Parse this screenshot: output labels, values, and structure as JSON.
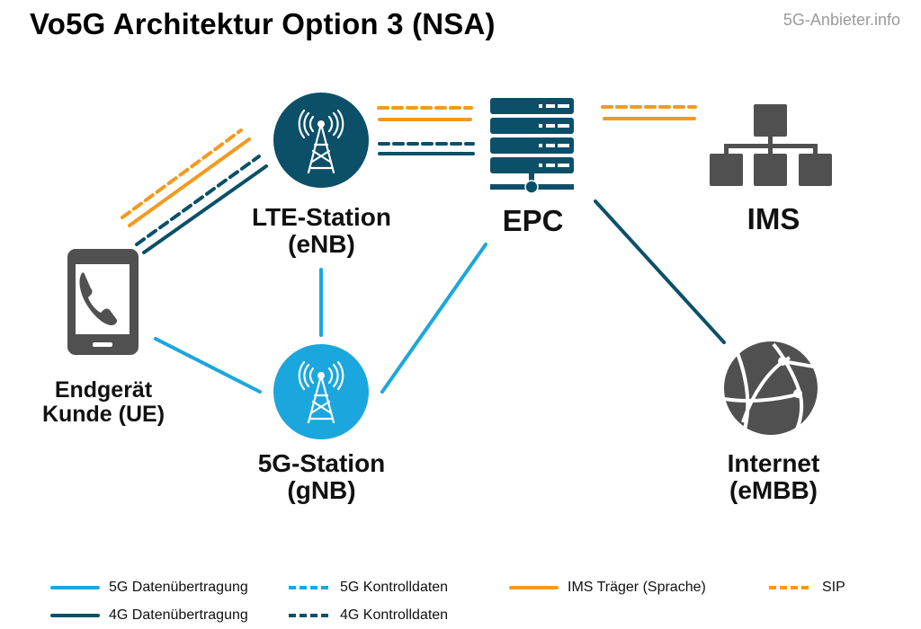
{
  "header": {
    "title": "Vo5G Architektur Option 3 (NSA)",
    "brand": "5G-Anbieter.info"
  },
  "colors": {
    "g5": "#1ba7dd",
    "g4": "#0b5068",
    "ims": "#f39a1e",
    "icon_gray": "#505050"
  },
  "nodes": {
    "lte": {
      "line1": "LTE-Station",
      "line2": "(eNB)",
      "icon": "antenna-tower-icon"
    },
    "epc": {
      "line1": "EPC",
      "icon": "server-rack-icon"
    },
    "ims": {
      "line1": "IMS",
      "icon": "network-hierarchy-icon"
    },
    "ue": {
      "line1": "Endgerät",
      "line2": "Kunde (UE)",
      "icon": "smartphone-call-icon"
    },
    "g5": {
      "line1": "5G-Station",
      "line2": "(gNB)",
      "icon": "antenna-tower-icon"
    },
    "internet": {
      "line1": "Internet",
      "line2": "(eMBB)",
      "icon": "globe-network-icon"
    }
  },
  "connections": [
    {
      "from": "ue",
      "to": "lte",
      "types": [
        "SIP",
        "IMS Träger (Sprache)",
        "4G Kontrolldaten",
        "4G Datenübertragung"
      ]
    },
    {
      "from": "lte",
      "to": "epc",
      "types": [
        "SIP",
        "IMS Träger (Sprache)",
        "4G Kontrolldaten",
        "4G Datenübertragung"
      ]
    },
    {
      "from": "epc",
      "to": "ims",
      "types": [
        "SIP",
        "IMS Träger (Sprache)"
      ]
    },
    {
      "from": "epc",
      "to": "internet",
      "types": [
        "4G Datenübertragung"
      ]
    },
    {
      "from": "ue",
      "to": "g5",
      "types": [
        "5G Datenübertragung"
      ]
    },
    {
      "from": "lte",
      "to": "g5",
      "types": [
        "5G Datenübertragung"
      ]
    },
    {
      "from": "g5",
      "to": "epc",
      "types": [
        "5G Datenübertragung"
      ]
    }
  ],
  "legend": [
    {
      "label": "5G Datenübertragung",
      "style": "solid",
      "color": "#1ba7dd"
    },
    {
      "label": "5G Kontrolldaten",
      "style": "dashed",
      "color": "#1ba7dd"
    },
    {
      "label": "IMS Träger (Sprache)",
      "style": "solid",
      "color": "#f39a1e"
    },
    {
      "label": "SIP",
      "style": "dashed",
      "color": "#f39a1e"
    },
    {
      "label": "4G Datenübertragung",
      "style": "solid",
      "color": "#0b5068"
    },
    {
      "label": "4G Kontrolldaten",
      "style": "dashed",
      "color": "#0b5068"
    }
  ]
}
